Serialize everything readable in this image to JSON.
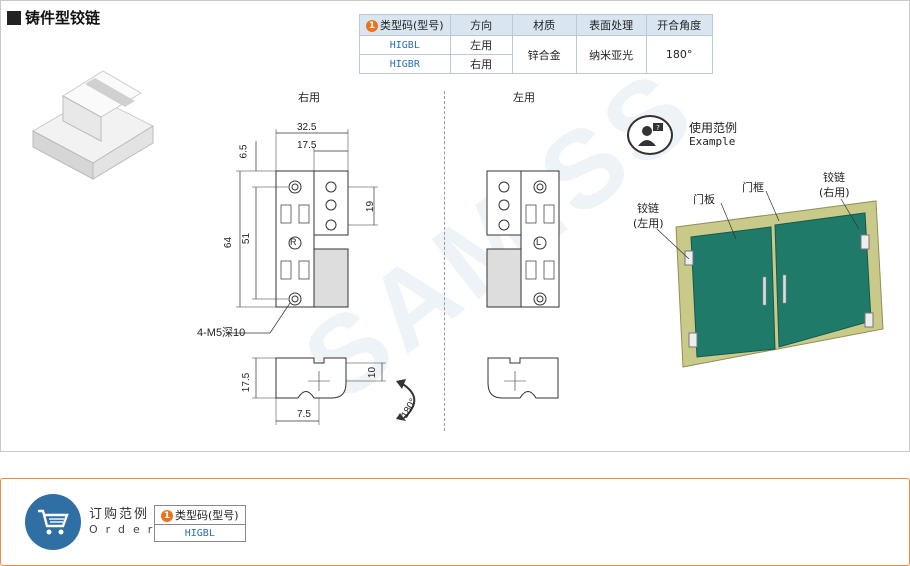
{
  "title": "铸件型铰链",
  "spec_table": {
    "badge": "1",
    "headers": [
      "类型码(型号)",
      "方向",
      "材质",
      "表面处理",
      "开合角度"
    ],
    "rows": [
      {
        "model": "HIGBL",
        "direction": "左用"
      },
      {
        "model": "HIGBR",
        "direction": "右用"
      }
    ],
    "material": "锌合金",
    "surface": "纳米亚光",
    "angle": "180°"
  },
  "drawing": {
    "right_label": "右用",
    "left_label": "左用",
    "dims": {
      "d_32_5": "32.5",
      "d_17_5_top": "17.5",
      "d_6_5": "6.5",
      "d_19": "19",
      "d_64": "64",
      "d_51": "51",
      "hole_note": "4-M5深10",
      "d_17_5_side": "17.5",
      "d_10": "10",
      "d_7_5": "7.5",
      "d_180": "180°"
    },
    "mark_r": "R",
    "mark_l": "L"
  },
  "example": {
    "cn": "使用范例",
    "en": "Example",
    "hinge_left": "铰链",
    "hinge_left_sub": "(左用)",
    "door_panel": "门板",
    "door_frame": "门框",
    "hinge_right": "铰链",
    "hinge_right_sub": "(右用)"
  },
  "order": {
    "cn": "订购范例",
    "en": "Order",
    "badge": "1",
    "header": "类型码(型号)",
    "value": "HIGBL"
  },
  "colors": {
    "accent_orange": "#e8741e",
    "header_blue": "#d9e6f2",
    "model_blue": "#2a6fb5",
    "door_green": "#1f7a6a",
    "frame_olive": "#c9c98a",
    "order_border": "#f08a3c",
    "icon_blue": "#2f6fa3"
  }
}
